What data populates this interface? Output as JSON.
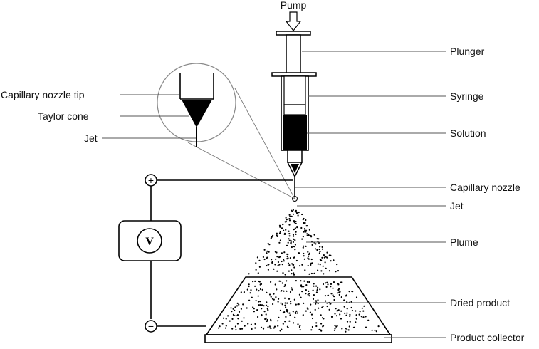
{
  "labels": {
    "pump": "Pump",
    "plunger": "Plunger",
    "syringe": "Syringe",
    "solution": "Solution",
    "capillary_nozzle": "Capillary nozzle",
    "jet": "Jet",
    "plume": "Plume",
    "dried_product": "Dried product",
    "product_collector": "Product collector",
    "capillary_nozzle_tip": "Capillary nozzle tip",
    "taylor_cone": "Taylor cone",
    "inset_jet": "Jet"
  },
  "voltmeter": {
    "symbol": "V",
    "positive": "+",
    "negative": "−"
  }
}
